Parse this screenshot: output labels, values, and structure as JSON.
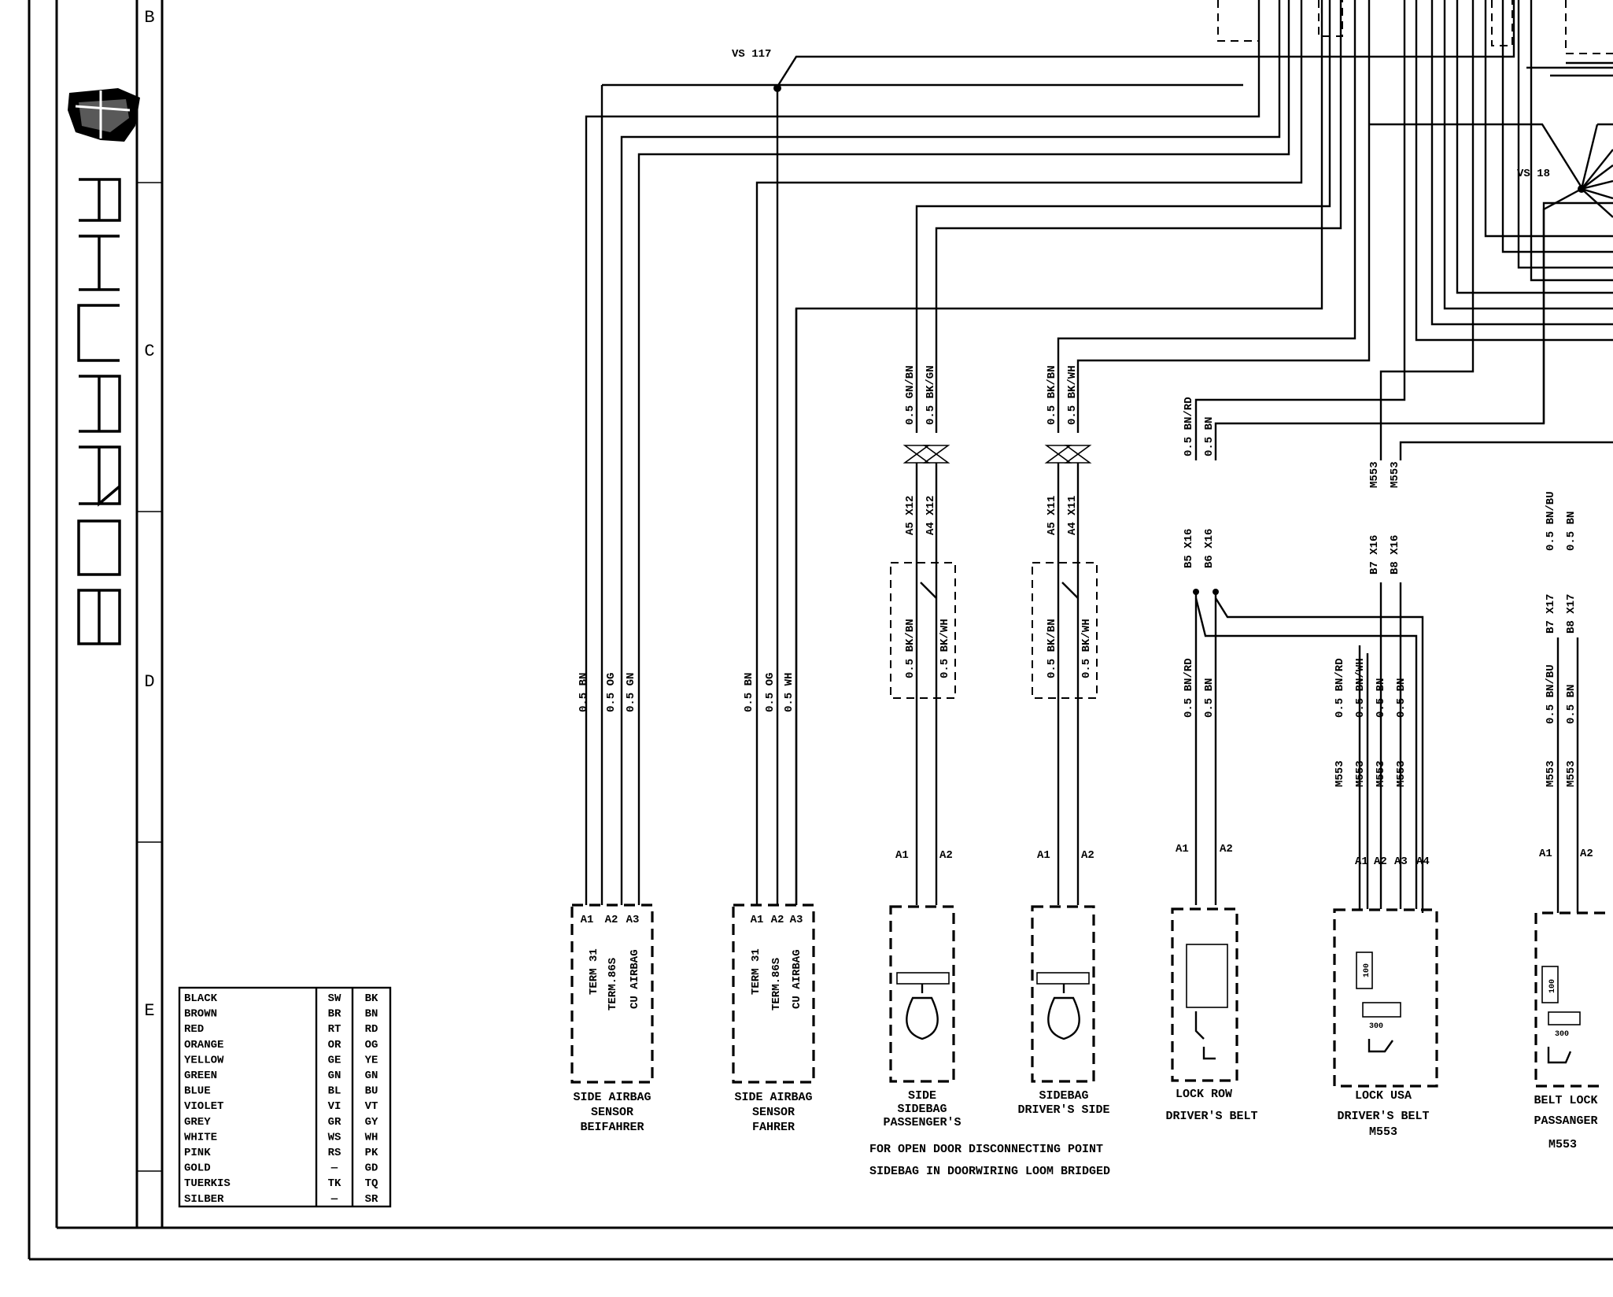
{
  "title_block": {
    "zones": [
      "B",
      "C",
      "D",
      "E"
    ]
  },
  "splices": {
    "vs117": "VS 117",
    "vs18": "VS 18"
  },
  "side_airbag_sensor_beifahrer": {
    "wires": [
      "0.5 BN",
      "0.5 OG",
      "0.5 GN"
    ],
    "pins": [
      "A1",
      "A2",
      "A3"
    ],
    "functions": [
      "TERM 31",
      "TERM.86S",
      "CU AIRBAG"
    ],
    "name": [
      "SIDE AIRBAG",
      "SENSOR",
      "BEIFAHRER"
    ]
  },
  "side_airbag_sensor_fahrer": {
    "wires": [
      "0.5 BN",
      "0.5 OG",
      "0.5 WH"
    ],
    "pins": [
      "A1",
      "A2",
      "A3"
    ],
    "functions": [
      "TERM 31",
      "TERM.86S",
      "CU AIRBAG"
    ],
    "name": [
      "SIDE AIRBAG",
      "SENSOR",
      "FAHRER"
    ]
  },
  "sidebag_passenger": {
    "top_wires": [
      "0.5 GN/BN",
      "0.5 BK/GN"
    ],
    "connector": [
      "A5 X12",
      "A4 X12"
    ],
    "inner_wires": [
      "0.5 BK/BN",
      "0.5 BK/WH"
    ],
    "pins": [
      "A1",
      "A2"
    ],
    "name": [
      "SIDE",
      "SIDEBAG",
      "PASSENGER'S"
    ]
  },
  "sidebag_driver": {
    "top_wires": [
      "0.5 BK/BN",
      "0.5 BK/WH"
    ],
    "connector": [
      "A5 X11",
      "A4 X11"
    ],
    "inner_wires": [
      "0.5 BK/BN",
      "0.5 BK/WH"
    ],
    "pins": [
      "A1",
      "A2"
    ],
    "name": [
      "SIDEBAG",
      "DRIVER'S SIDE"
    ]
  },
  "note": [
    "FOR OPEN DOOR DISCONNECTING POINT",
    "SIDEBAG IN DOORWIRING LOOM  BRIDGED"
  ],
  "lock_row": {
    "top_wires": [
      "0.5 BN/RD",
      "0.5 BN"
    ],
    "connector": [
      "B5 X16",
      "B6 X16"
    ],
    "wires": [
      "0.5 BN/RD",
      "0.5 BN"
    ],
    "pins": [
      "A1",
      "A2"
    ],
    "name": [
      "LOCK ROW",
      "DRIVER'S BELT"
    ]
  },
  "lock_usa": {
    "top_wires": [
      "M553",
      "M553"
    ],
    "connector": [
      "B7 X16",
      "B8 X16"
    ],
    "wires": [
      "0.5 BN/RD",
      "0.5 BN/WH",
      "0.5 BN",
      "0.5 BN"
    ],
    "codes": [
      "M553",
      "M553",
      "M553",
      "M553"
    ],
    "pins": [
      "A1",
      "A2",
      "A3",
      "A4"
    ],
    "resistors": [
      "100",
      "300"
    ],
    "name": [
      "LOCK USA",
      "DRIVER'S BELT",
      "M553"
    ]
  },
  "belt_lock_passenger": {
    "top_wires": [
      "0.5 BN/BU",
      "0.5 BN"
    ],
    "connector": [
      "B7 X17",
      "B8 X17"
    ],
    "wires": [
      "0.5 BN/BU",
      "0.5 BN"
    ],
    "codes": [
      "M553",
      "M553"
    ],
    "pins": [
      "A1",
      "A2"
    ],
    "resistors": [
      "100",
      "300"
    ],
    "name": [
      "BELT LOCK",
      "PASSANGER",
      "M553"
    ]
  },
  "color_legend": [
    {
      "name": "BLACK",
      "de": "SW",
      "en": "BK"
    },
    {
      "name": "BROWN",
      "de": "BR",
      "en": "BN"
    },
    {
      "name": "RED",
      "de": "RT",
      "en": "RD"
    },
    {
      "name": "ORANGE",
      "de": "OR",
      "en": "OG"
    },
    {
      "name": "YELLOW",
      "de": "GE",
      "en": "YE"
    },
    {
      "name": "GREEN",
      "de": "GN",
      "en": "GN"
    },
    {
      "name": "BLUE",
      "de": "BL",
      "en": "BU"
    },
    {
      "name": "VIOLET",
      "de": "VI",
      "en": "VT"
    },
    {
      "name": "GREY",
      "de": "GR",
      "en": "GY"
    },
    {
      "name": "WHITE",
      "de": "WS",
      "en": "WH"
    },
    {
      "name": "PINK",
      "de": "RS",
      "en": "PK"
    },
    {
      "name": "GOLD",
      "de": "—",
      "en": "GD"
    },
    {
      "name": "TUERKIS",
      "de": "TK",
      "en": "TQ"
    },
    {
      "name": "SILBER",
      "de": "—",
      "en": "SR"
    }
  ],
  "colors": {
    "ink": "#000000",
    "paper": "#ffffff"
  }
}
